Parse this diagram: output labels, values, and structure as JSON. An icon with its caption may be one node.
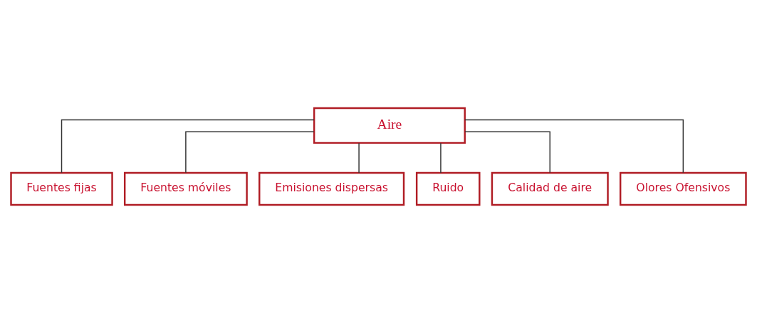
{
  "diagram": {
    "nodes": [
      {
        "text": [
          "Aire"
        ]
      },
      {
        "text": [
          "Fuentes fijas"
        ]
      },
      {
        "text": [
          "Fuentes móviles"
        ]
      },
      {
        "text": [
          "Emisiones dispersas"
        ]
      },
      {
        "text": [
          "Ruido"
        ]
      },
      {
        "text": [
          "Calidad de aire"
        ]
      },
      {
        "text": [
          "Olores Ofensivos"
        ]
      }
    ],
    "edges": [
      {
        "from": 0,
        "to": 1,
        "arrow": "none"
      },
      {
        "from": 0,
        "to": 2,
        "arrow": "none"
      },
      {
        "from": 0,
        "to": 3,
        "arrow": "none"
      },
      {
        "from": 0,
        "to": 4,
        "arrow": "none"
      },
      {
        "from": 0,
        "to": 5,
        "arrow": "none"
      },
      {
        "from": 0,
        "to": 6,
        "arrow": "none"
      }
    ]
  }
}
